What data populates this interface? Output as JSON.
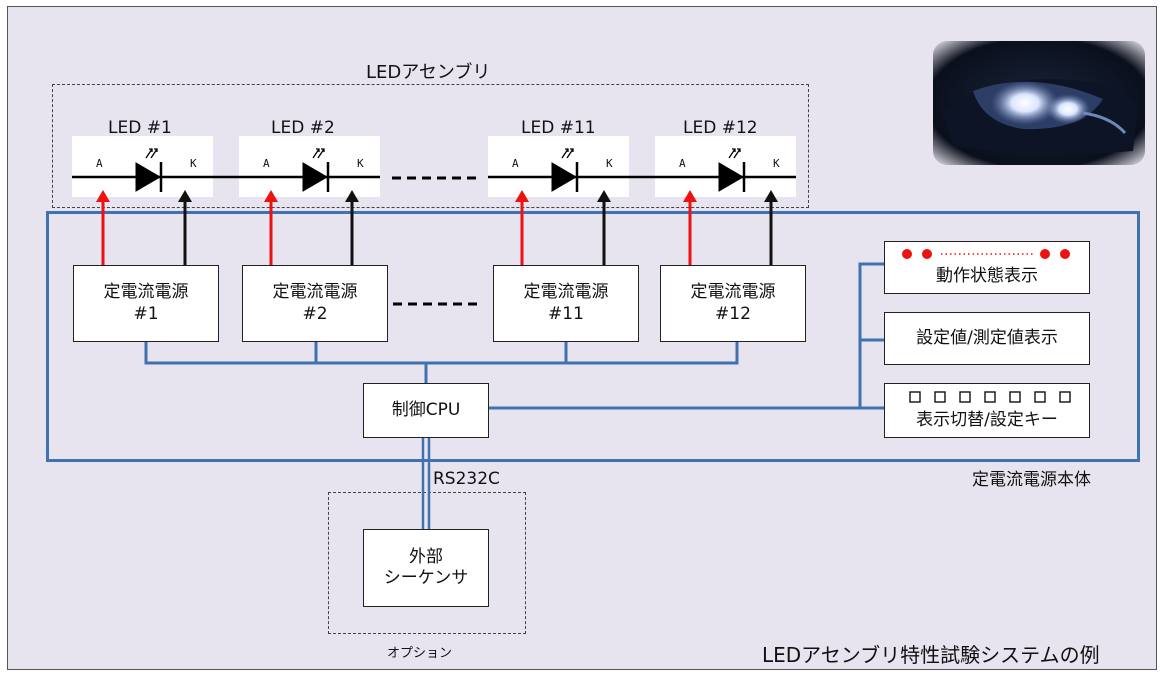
{
  "assembly_label": "LEDアセンブリ",
  "leds": [
    {
      "label": "LED #1",
      "anode": "A",
      "cathode": "K"
    },
    {
      "label": "LED #2",
      "anode": "A",
      "cathode": "K"
    },
    {
      "label": "LED #11",
      "anode": "A",
      "cathode": "K"
    },
    {
      "label": "LED #12",
      "anode": "A",
      "cathode": "K"
    }
  ],
  "sources": [
    {
      "line1": "定電流電源",
      "line2": "#1"
    },
    {
      "line1": "定電流電源",
      "line2": "#2"
    },
    {
      "line1": "定電流電源",
      "line2": "#11"
    },
    {
      "line1": "定電流電源",
      "line2": "#12"
    }
  ],
  "cpu_label": "制御CPU",
  "status_display_label": "動作状態表示",
  "value_display_label": "設定値/測定値表示",
  "keys_label": "表示切替/設定キー",
  "body_label": "定電流電源本体",
  "rs232c_label": "RS232C",
  "sequencer": {
    "line1": "外部",
    "line2": "シーケンサ"
  },
  "option_label": "オプション",
  "caption": "LEDアセンブリ特性試験システムの例",
  "colors": {
    "bus": "#3f72af",
    "anode_arrow": "#ee1111",
    "cathode_arrow": "#111111",
    "status_dot": "#ee1111"
  }
}
